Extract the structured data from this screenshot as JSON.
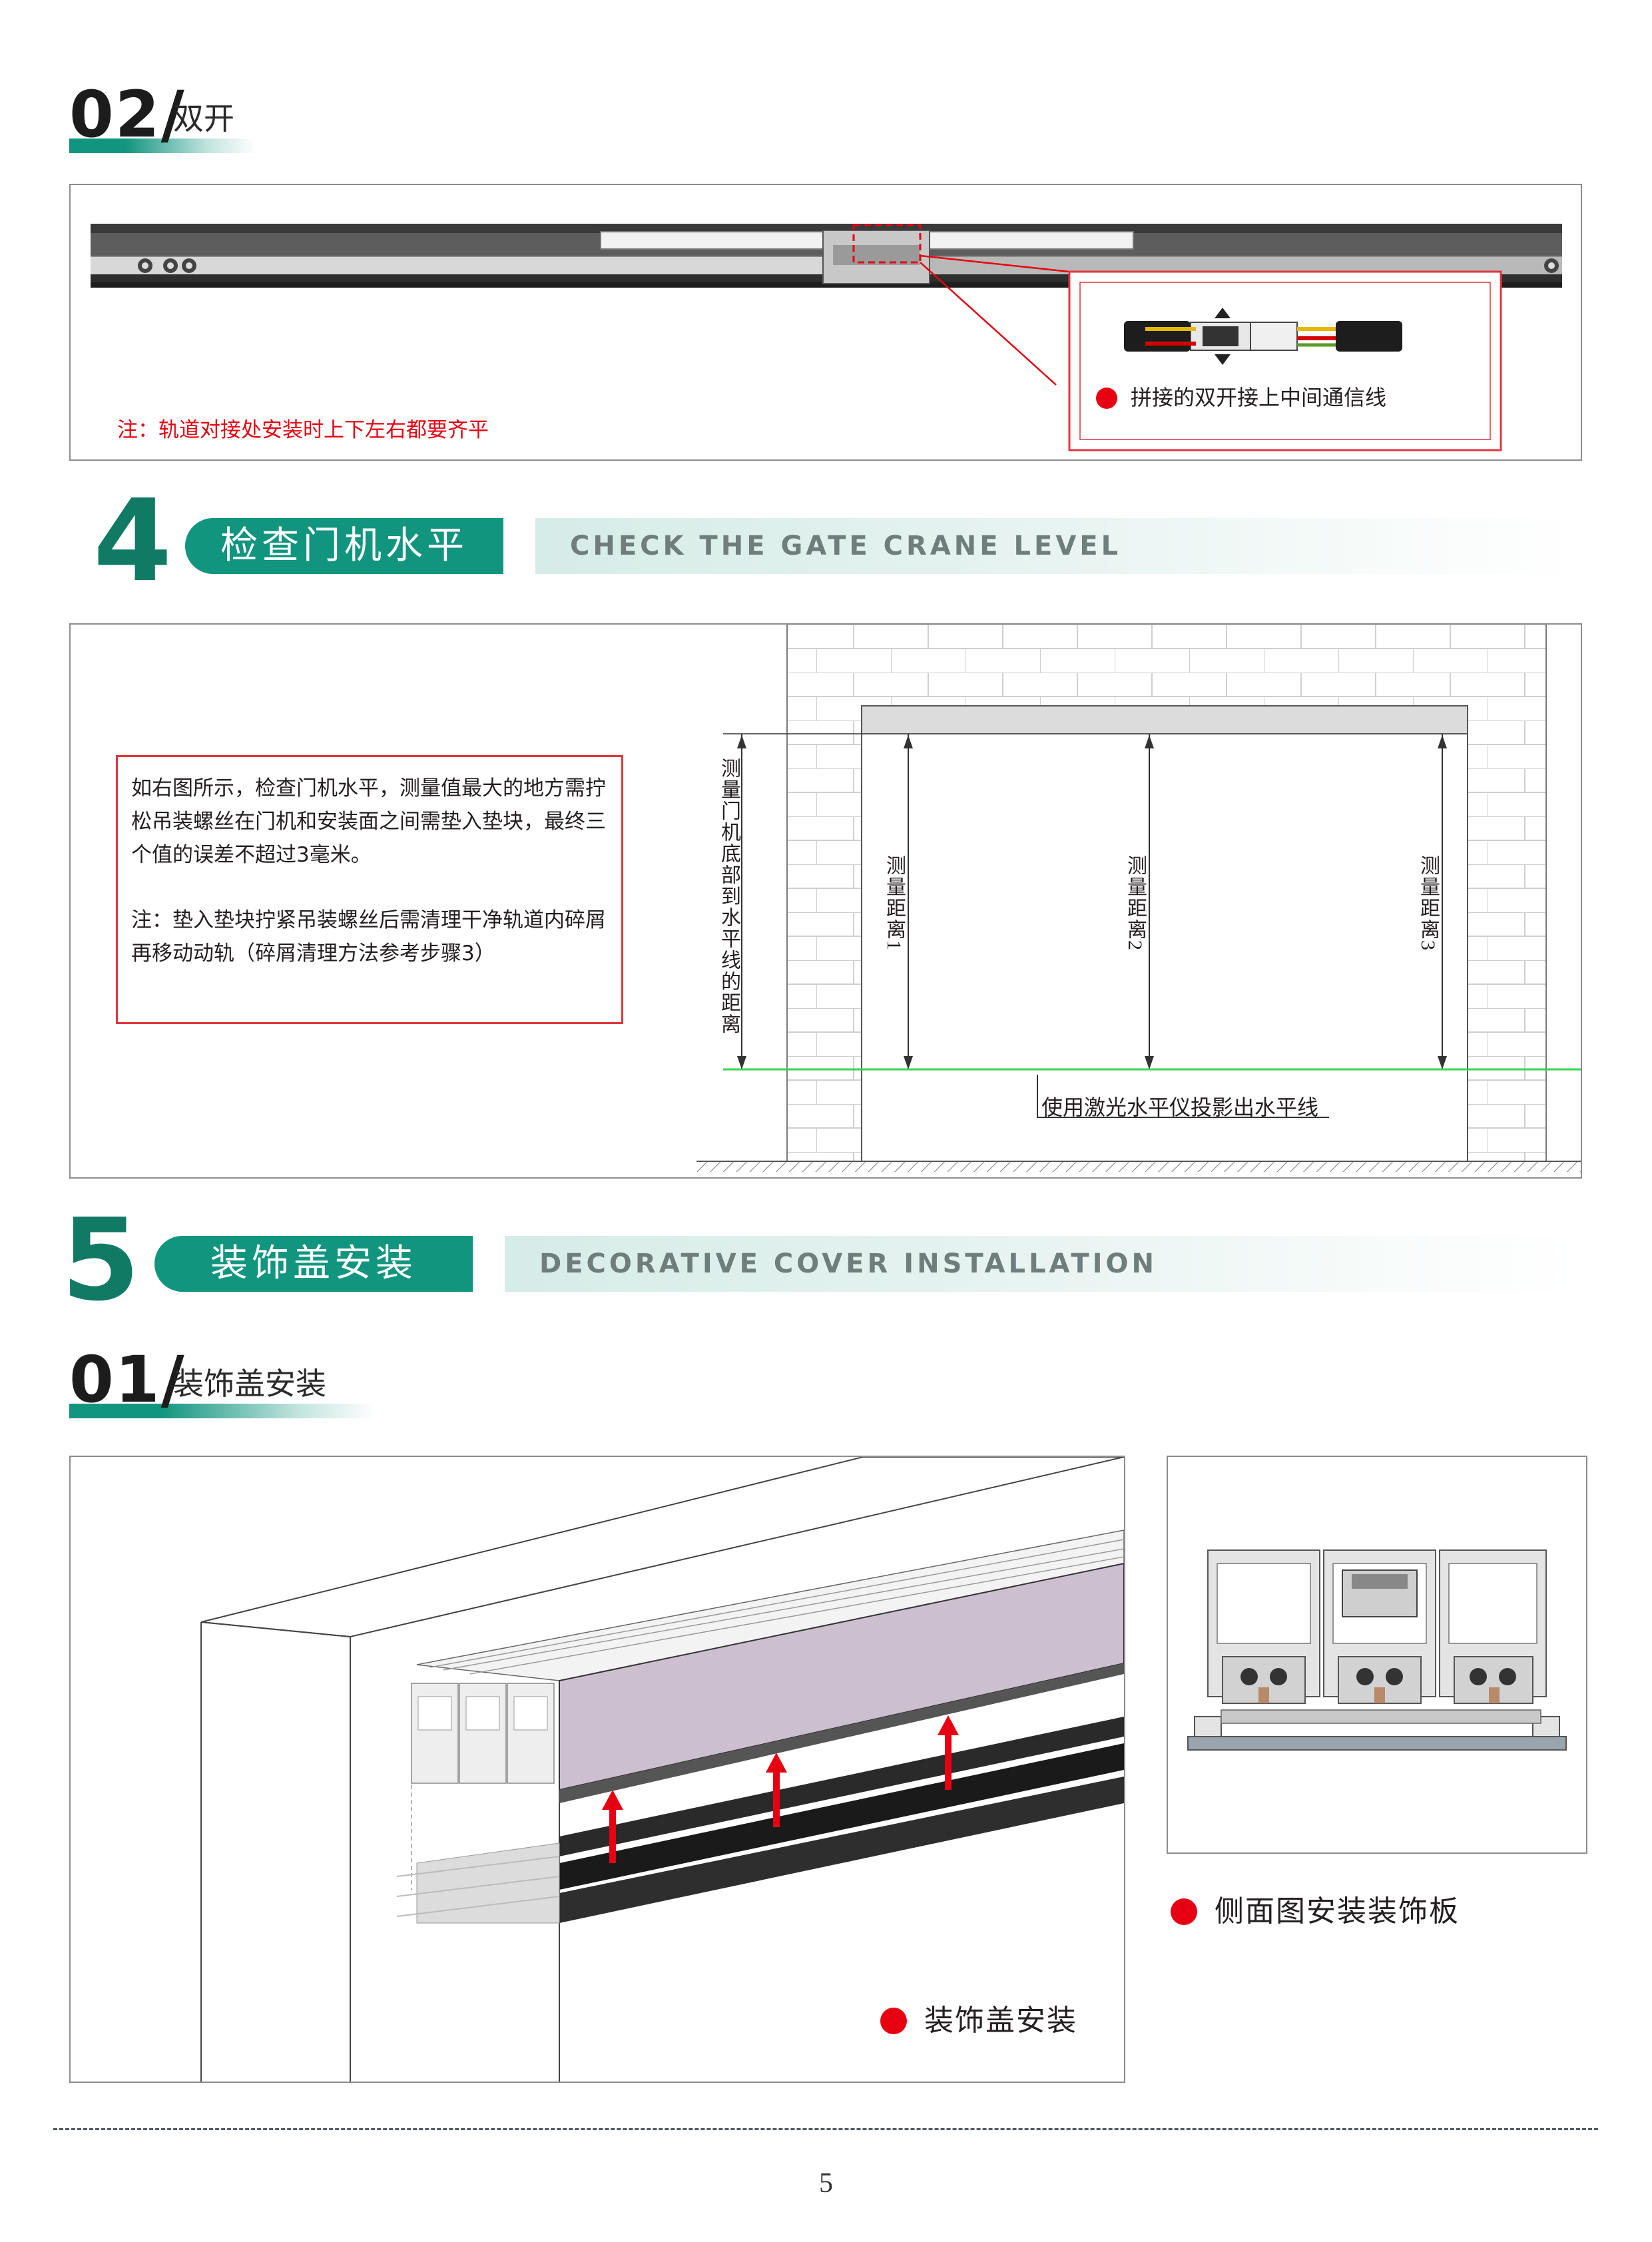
{
  "section_02": {
    "number": "02/",
    "title": "双开"
  },
  "panel_track": {
    "note": "注：轨道对接处安装时上下左右都要齐平",
    "callout": "拼接的双开接上中间通信线"
  },
  "step4": {
    "number": "4",
    "title": "检查门机水平",
    "title_en": "CHECK THE GATE CRANE LEVEL"
  },
  "panel_level": {
    "paragraph_1": "如右图所示，检查门机水平，测量值最大的地方需拧松吊装螺丝在门机和安装面之间需垫入垫块，最终三个值的误差不超过3毫米。",
    "paragraph_2": "注：垫入垫块拧紧吊装螺丝后需清理干净轨道内碎屑再移动动轨（碎屑清理方法参考步骤3）",
    "vertical_label": "测量门机底部到水平线的距离",
    "measure_1": "测量距离1",
    "measure_2": "测量距离2",
    "measure_3": "测量距离3",
    "laser_label": "使用激光水平仪投影出水平线"
  },
  "step5": {
    "number": "5",
    "title": "装饰盖安装",
    "title_en": "DECORATIVE COVER INSTALLATION"
  },
  "section_01": {
    "number": "01/",
    "title": "装饰盖安装"
  },
  "panel_cover": {
    "caption": "装饰盖安装"
  },
  "panel_side": {
    "caption": "侧面图安装装饰板"
  },
  "page": {
    "number": "5"
  },
  "colors": {
    "brand_green": "#12957f",
    "dark_green": "#117a65",
    "note_red": "#e60012",
    "laser_green": "#39d353"
  }
}
